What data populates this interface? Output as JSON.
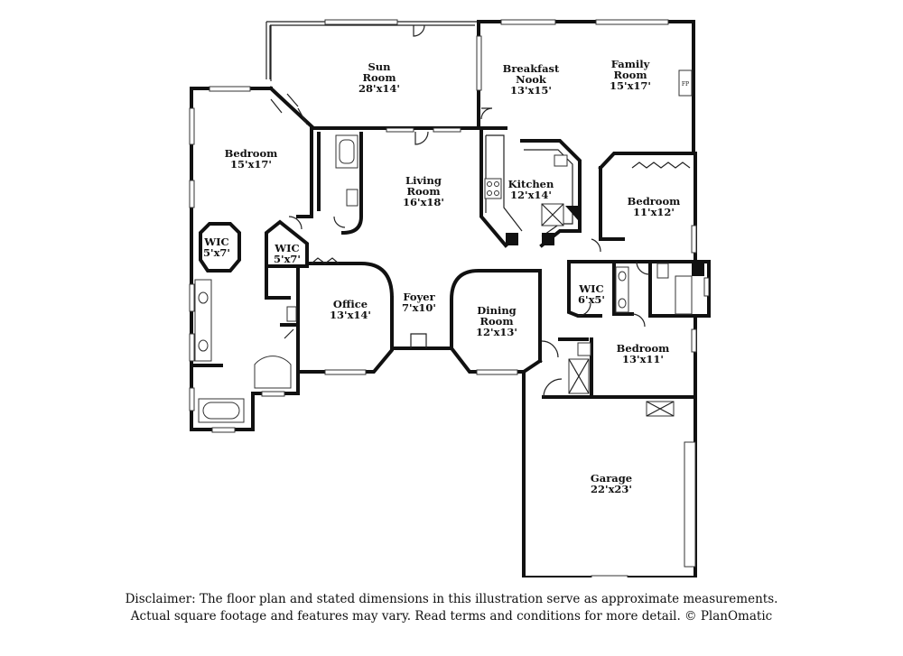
{
  "rooms": [
    {
      "name": "Sun",
      "name2": "Room",
      "dims": "28'x14'"
    },
    {
      "name": "Breakfast",
      "name2": "Nook",
      "dims": "13'x15'"
    },
    {
      "name": "Family",
      "name2": "Room",
      "dims": "15'x17'"
    },
    {
      "name": "Bedroom",
      "name2": "",
      "dims": "15'x17'"
    },
    {
      "name": "Living",
      "name2": "Room",
      "dims": "16'x18'"
    },
    {
      "name": "Kitchen",
      "name2": "",
      "dims": "12'x14'"
    },
    {
      "name": "Bedroom",
      "name2": "",
      "dims": "11'x12'"
    },
    {
      "name": "WIC",
      "name2": "",
      "dims": "5'x7'"
    },
    {
      "name": "WIC",
      "name2": "",
      "dims": "5'x7'"
    },
    {
      "name": "Office",
      "name2": "",
      "dims": "13'x14'"
    },
    {
      "name": "Foyer",
      "name2": "",
      "dims": "7'x10'"
    },
    {
      "name": "Dining",
      "name2": "Room",
      "dims": "12'x13'"
    },
    {
      "name": "WIC",
      "name2": "",
      "dims": "6'x5'"
    },
    {
      "name": "Bedroom",
      "name2": "",
      "dims": "13'x11'"
    },
    {
      "name": "Garage",
      "name2": "",
      "dims": "22'x23'"
    }
  ],
  "fireplace_label": "FP",
  "disclaimer": {
    "line1": "Disclaimer: The floor plan and stated dimensions in this illustration serve as approximate measurements.",
    "line2": "Actual square footage and features may vary. Read terms and conditions for more detail. © PlanOmatic"
  }
}
